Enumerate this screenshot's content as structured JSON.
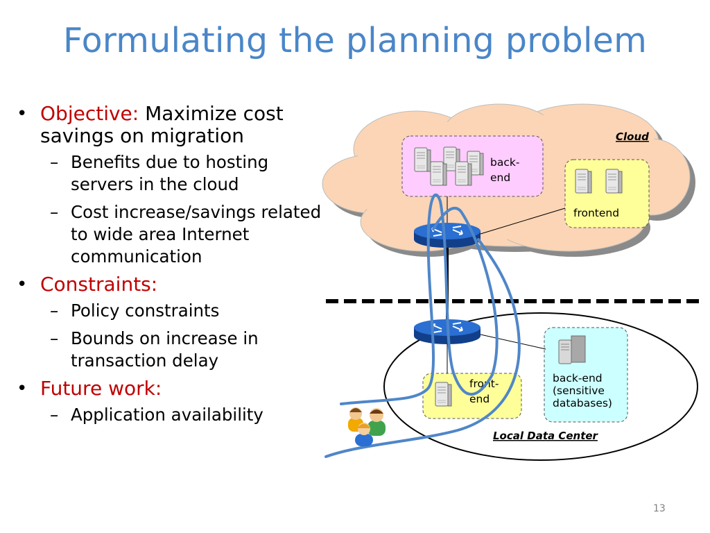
{
  "slide": {
    "title": "Formulating the planning problem",
    "page_number": "13"
  },
  "bullets": {
    "objective_label": "Objective:",
    "objective_text": " Maximize cost savings on migration",
    "objective_sub": [
      "Benefits due to hosting servers in the cloud",
      "Cost increase/savings related to wide area Internet communication"
    ],
    "constraints_label": "Constraints:",
    "constraints_sub": [
      "Policy constraints",
      "Bounds on increase in transaction delay"
    ],
    "future_label": "Future work:",
    "future_sub": [
      "Application  availability"
    ]
  },
  "diagram": {
    "cloud_label": "Cloud",
    "cloud_backend_label_1": "back-",
    "cloud_backend_label_2": "end",
    "cloud_frontend_label": "frontend",
    "dc_frontend_label_1": "front-",
    "dc_frontend_label_2": "end",
    "dc_backend_label_1": "back-end",
    "dc_backend_label_2": "(sensitive",
    "dc_backend_label_3": "databases)",
    "datacenter_label": "Local Data Center",
    "colors": {
      "title": "#4a86c8",
      "highlight": "#c00000",
      "cloud_fill": "#fbd5b5",
      "cloud_shadow": "#808080",
      "backend_box": "#ffccff",
      "frontend_box": "#ffff99",
      "sensitive_box": "#ccffff",
      "router": "#1f5fb5",
      "request_path": "#4f86c8"
    },
    "icons": [
      "server-icon",
      "router-icon",
      "users-icon"
    ]
  }
}
